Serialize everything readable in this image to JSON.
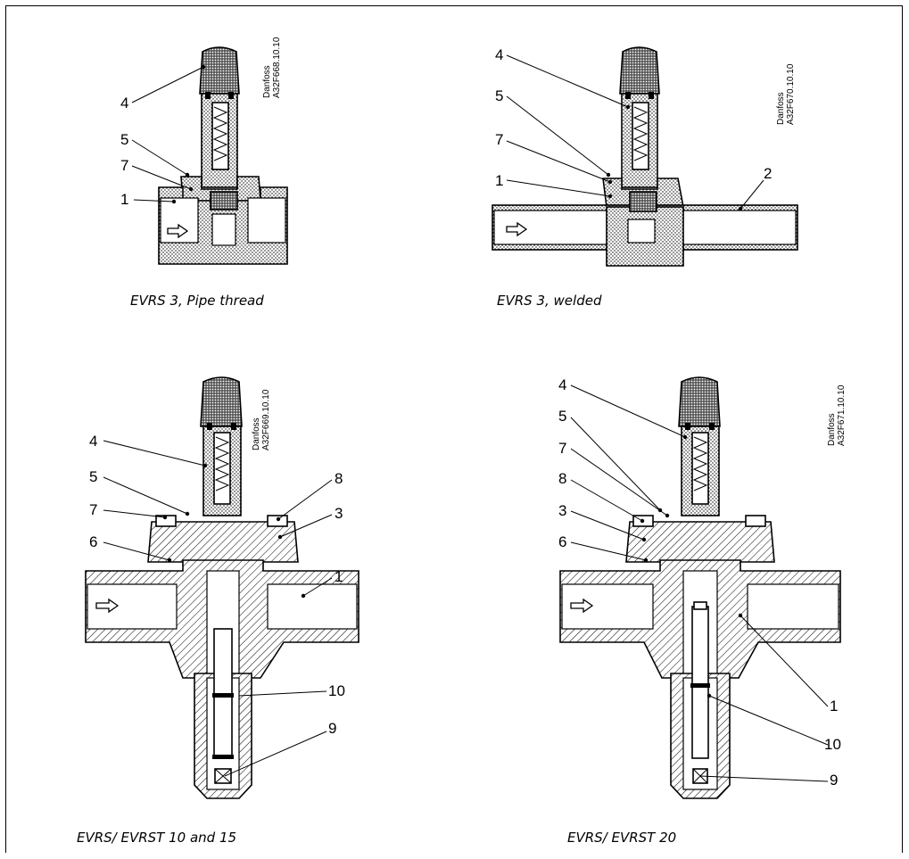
{
  "diagrams": [
    {
      "caption": "EVRS 3, Pipe thread",
      "brand": "Danfoss",
      "code": "A32F668.10.10",
      "labels": [
        "4",
        "5",
        "7",
        "1"
      ]
    },
    {
      "caption": "EVRS 3, welded",
      "brand": "Danfoss",
      "code": "A32F670.10.10",
      "labels": [
        "4",
        "5",
        "7",
        "1",
        "2"
      ]
    },
    {
      "caption": "EVRS/ EVRST 10 and 15",
      "brand": "Danfoss",
      "code": "A32F669.10.10",
      "labels": [
        "4",
        "5",
        "7",
        "6",
        "8",
        "3",
        "1",
        "10",
        "9"
      ]
    },
    {
      "caption": "EVRS/ EVRST 20",
      "brand": "Danfoss",
      "code": "A32F671.10.10",
      "labels": [
        "4",
        "5",
        "7",
        "8",
        "3",
        "6",
        "1",
        "10",
        "9"
      ]
    }
  ],
  "colors": {
    "line": "#000000",
    "background": "#ffffff",
    "stipple": "#000000"
  }
}
